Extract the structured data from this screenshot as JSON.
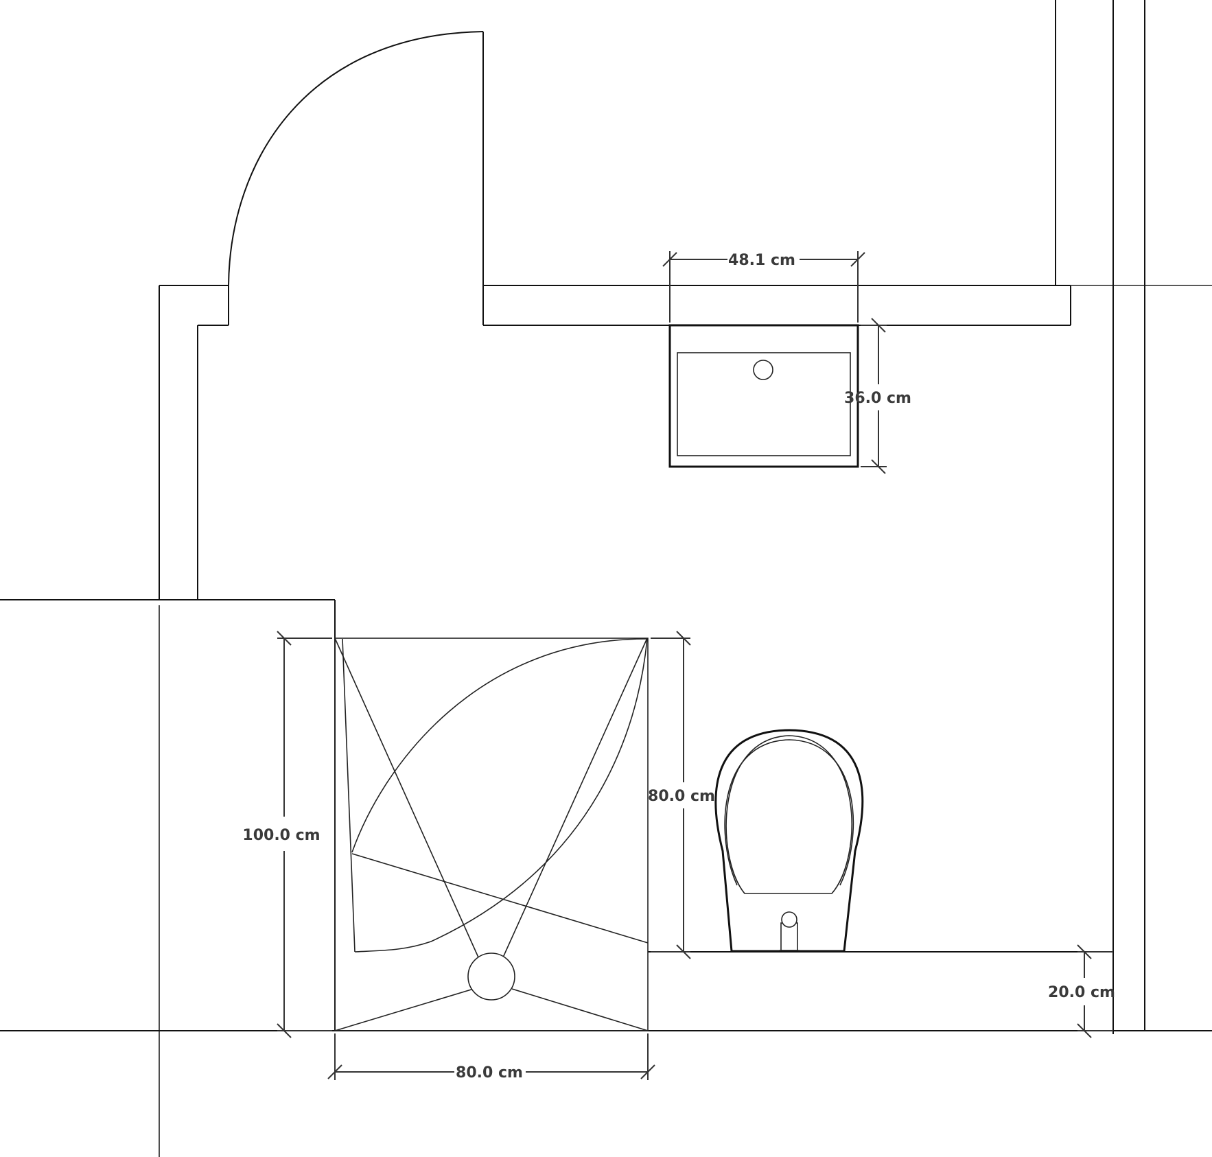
{
  "dimensions": {
    "sink_width": "48.1 cm",
    "sink_depth": "36.0 cm",
    "shower_height": "100.0 cm",
    "shower_width": "80.0 cm",
    "bidet_length": "80.0 cm",
    "ledge_depth": "20.0 cm"
  }
}
